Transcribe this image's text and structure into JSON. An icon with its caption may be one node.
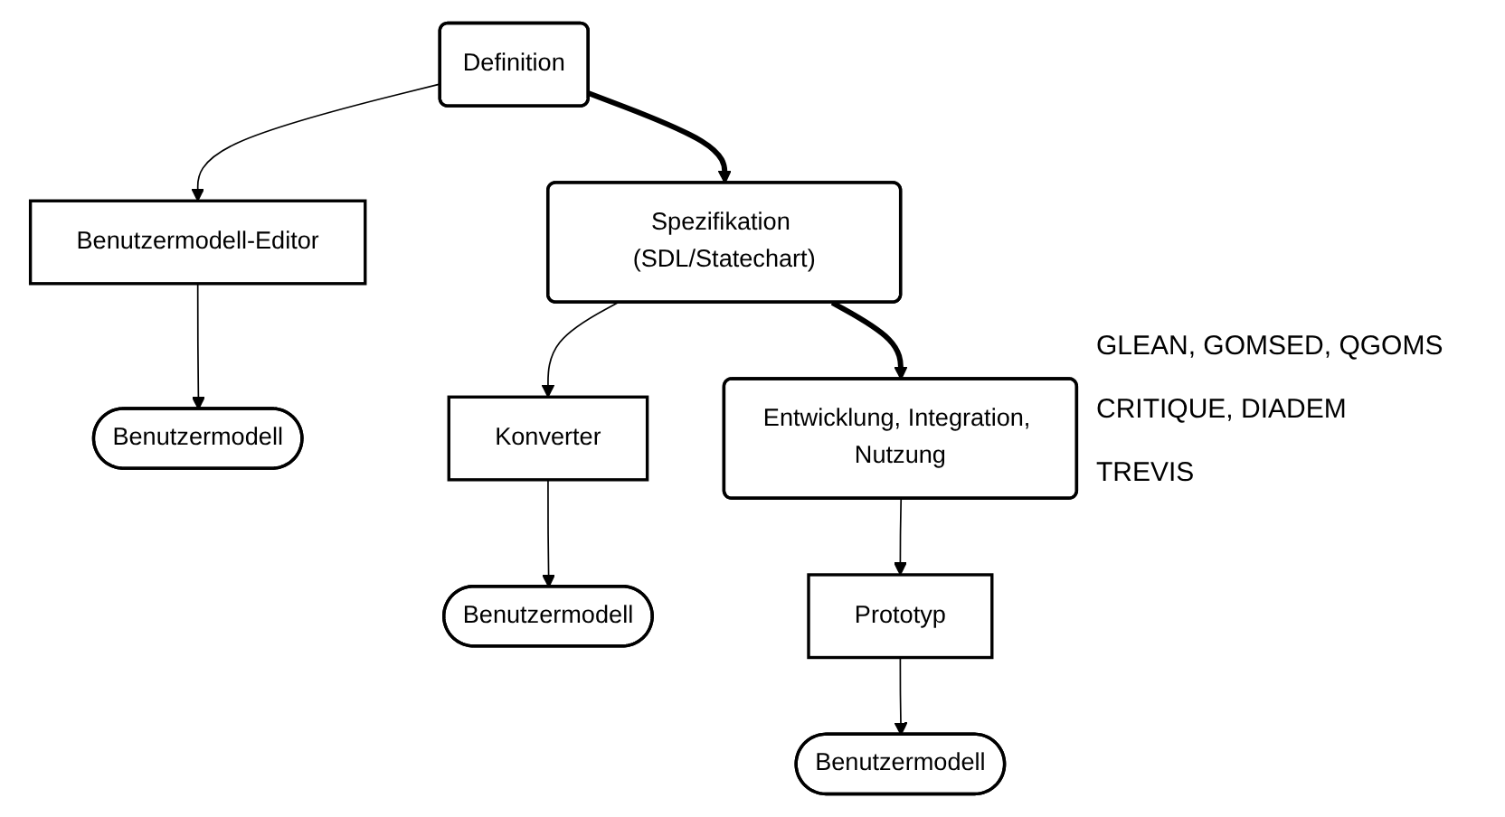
{
  "diagram": {
    "nodes": [
      {
        "text": [
          "Definition"
        ]
      },
      {
        "text": [
          "Benutzermodell-Editor"
        ]
      },
      {
        "text": [
          "Benutzermodell"
        ]
      },
      {
        "text": [
          "Spezifikation (SDL/Statechart)"
        ]
      },
      {
        "text": [
          "Konverter"
        ]
      },
      {
        "text": [
          "Benutzermodell"
        ]
      },
      {
        "text": [
          "Entwicklung, Integration, Nutzung"
        ]
      },
      {
        "text": [
          "Prototyp"
        ]
      },
      {
        "text": [
          "Benutzermodell"
        ]
      }
    ],
    "edges": [
      {
        "from": 0,
        "to": 1,
        "arrow": "to"
      },
      {
        "from": 1,
        "to": 2,
        "arrow": "to"
      },
      {
        "from": 0,
        "to": 3,
        "arrow": "to",
        "style": "thick"
      },
      {
        "from": 3,
        "to": 4,
        "arrow": "to"
      },
      {
        "from": 4,
        "to": 5,
        "arrow": "to"
      },
      {
        "from": 3,
        "to": 6,
        "arrow": "to",
        "style": "thick"
      },
      {
        "from": 6,
        "to": 7,
        "arrow": "to"
      },
      {
        "from": 7,
        "to": 8,
        "arrow": "to"
      }
    ],
    "labels": [
      "GLEAN, GOMSED, QGOMS",
      "CRITIQUE, DIADEM",
      "TREVIS"
    ]
  }
}
